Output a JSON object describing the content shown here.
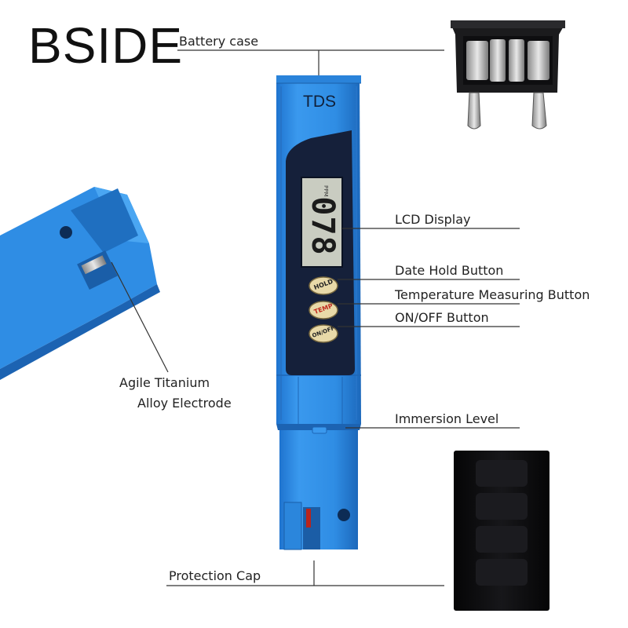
{
  "brand": "BSIDE",
  "device": {
    "model_label": "TDS",
    "lcd_reading": "078",
    "lcd_unit": "PPM",
    "buttons": [
      "HOLD",
      "TEMP",
      "ON/OFF"
    ]
  },
  "callouts": {
    "battery_case": "Battery case",
    "lcd_display": "LCD Display",
    "hold_button": "Date Hold Button",
    "temp_button": "Temperature Measuring Button",
    "onoff_button": "ON/OFF Button",
    "immersion_level": "Immersion Level",
    "protection_cap": "Protection Cap",
    "electrode_line1": "Agile Titanium",
    "electrode_line2": "Alloy Electrode"
  },
  "colors": {
    "device_blue": "#2f8de4",
    "device_blue_dark": "#1f6fc0",
    "panel": "#15203a",
    "lcd": "#c9ccc1",
    "button": "#e8d9a8",
    "cap": "#0c0c0e"
  }
}
